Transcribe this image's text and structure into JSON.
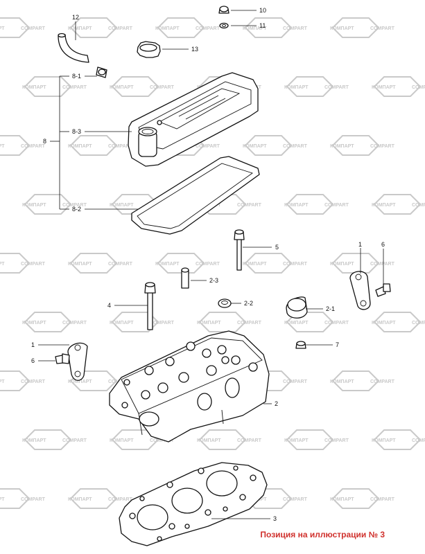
{
  "watermark": {
    "label_left": "КОМПАРТ",
    "label_right": "COMPART",
    "color": "#c9c9c9"
  },
  "callouts": [
    {
      "id": "c12",
      "text": "12"
    },
    {
      "id": "c10",
      "text": "10"
    },
    {
      "id": "c11",
      "text": "11"
    },
    {
      "id": "c13",
      "text": "13"
    },
    {
      "id": "c8-1",
      "text": "8-1"
    },
    {
      "id": "c8",
      "text": "8"
    },
    {
      "id": "c8-3",
      "text": "8-3"
    },
    {
      "id": "c8-2",
      "text": "8-2"
    },
    {
      "id": "c5",
      "text": "5"
    },
    {
      "id": "c1a",
      "text": "1"
    },
    {
      "id": "c6a",
      "text": "6"
    },
    {
      "id": "c2-3",
      "text": "2-3"
    },
    {
      "id": "c4",
      "text": "4"
    },
    {
      "id": "c2-2",
      "text": "2-2"
    },
    {
      "id": "c2-1",
      "text": "2-1"
    },
    {
      "id": "c1b",
      "text": "1"
    },
    {
      "id": "c7",
      "text": "7"
    },
    {
      "id": "c6b",
      "text": "6"
    },
    {
      "id": "c2",
      "text": "2"
    },
    {
      "id": "c3",
      "text": "3"
    }
  ],
  "caption": {
    "text": "Позиция на иллюстрации № 3",
    "color": "#d0312d"
  }
}
